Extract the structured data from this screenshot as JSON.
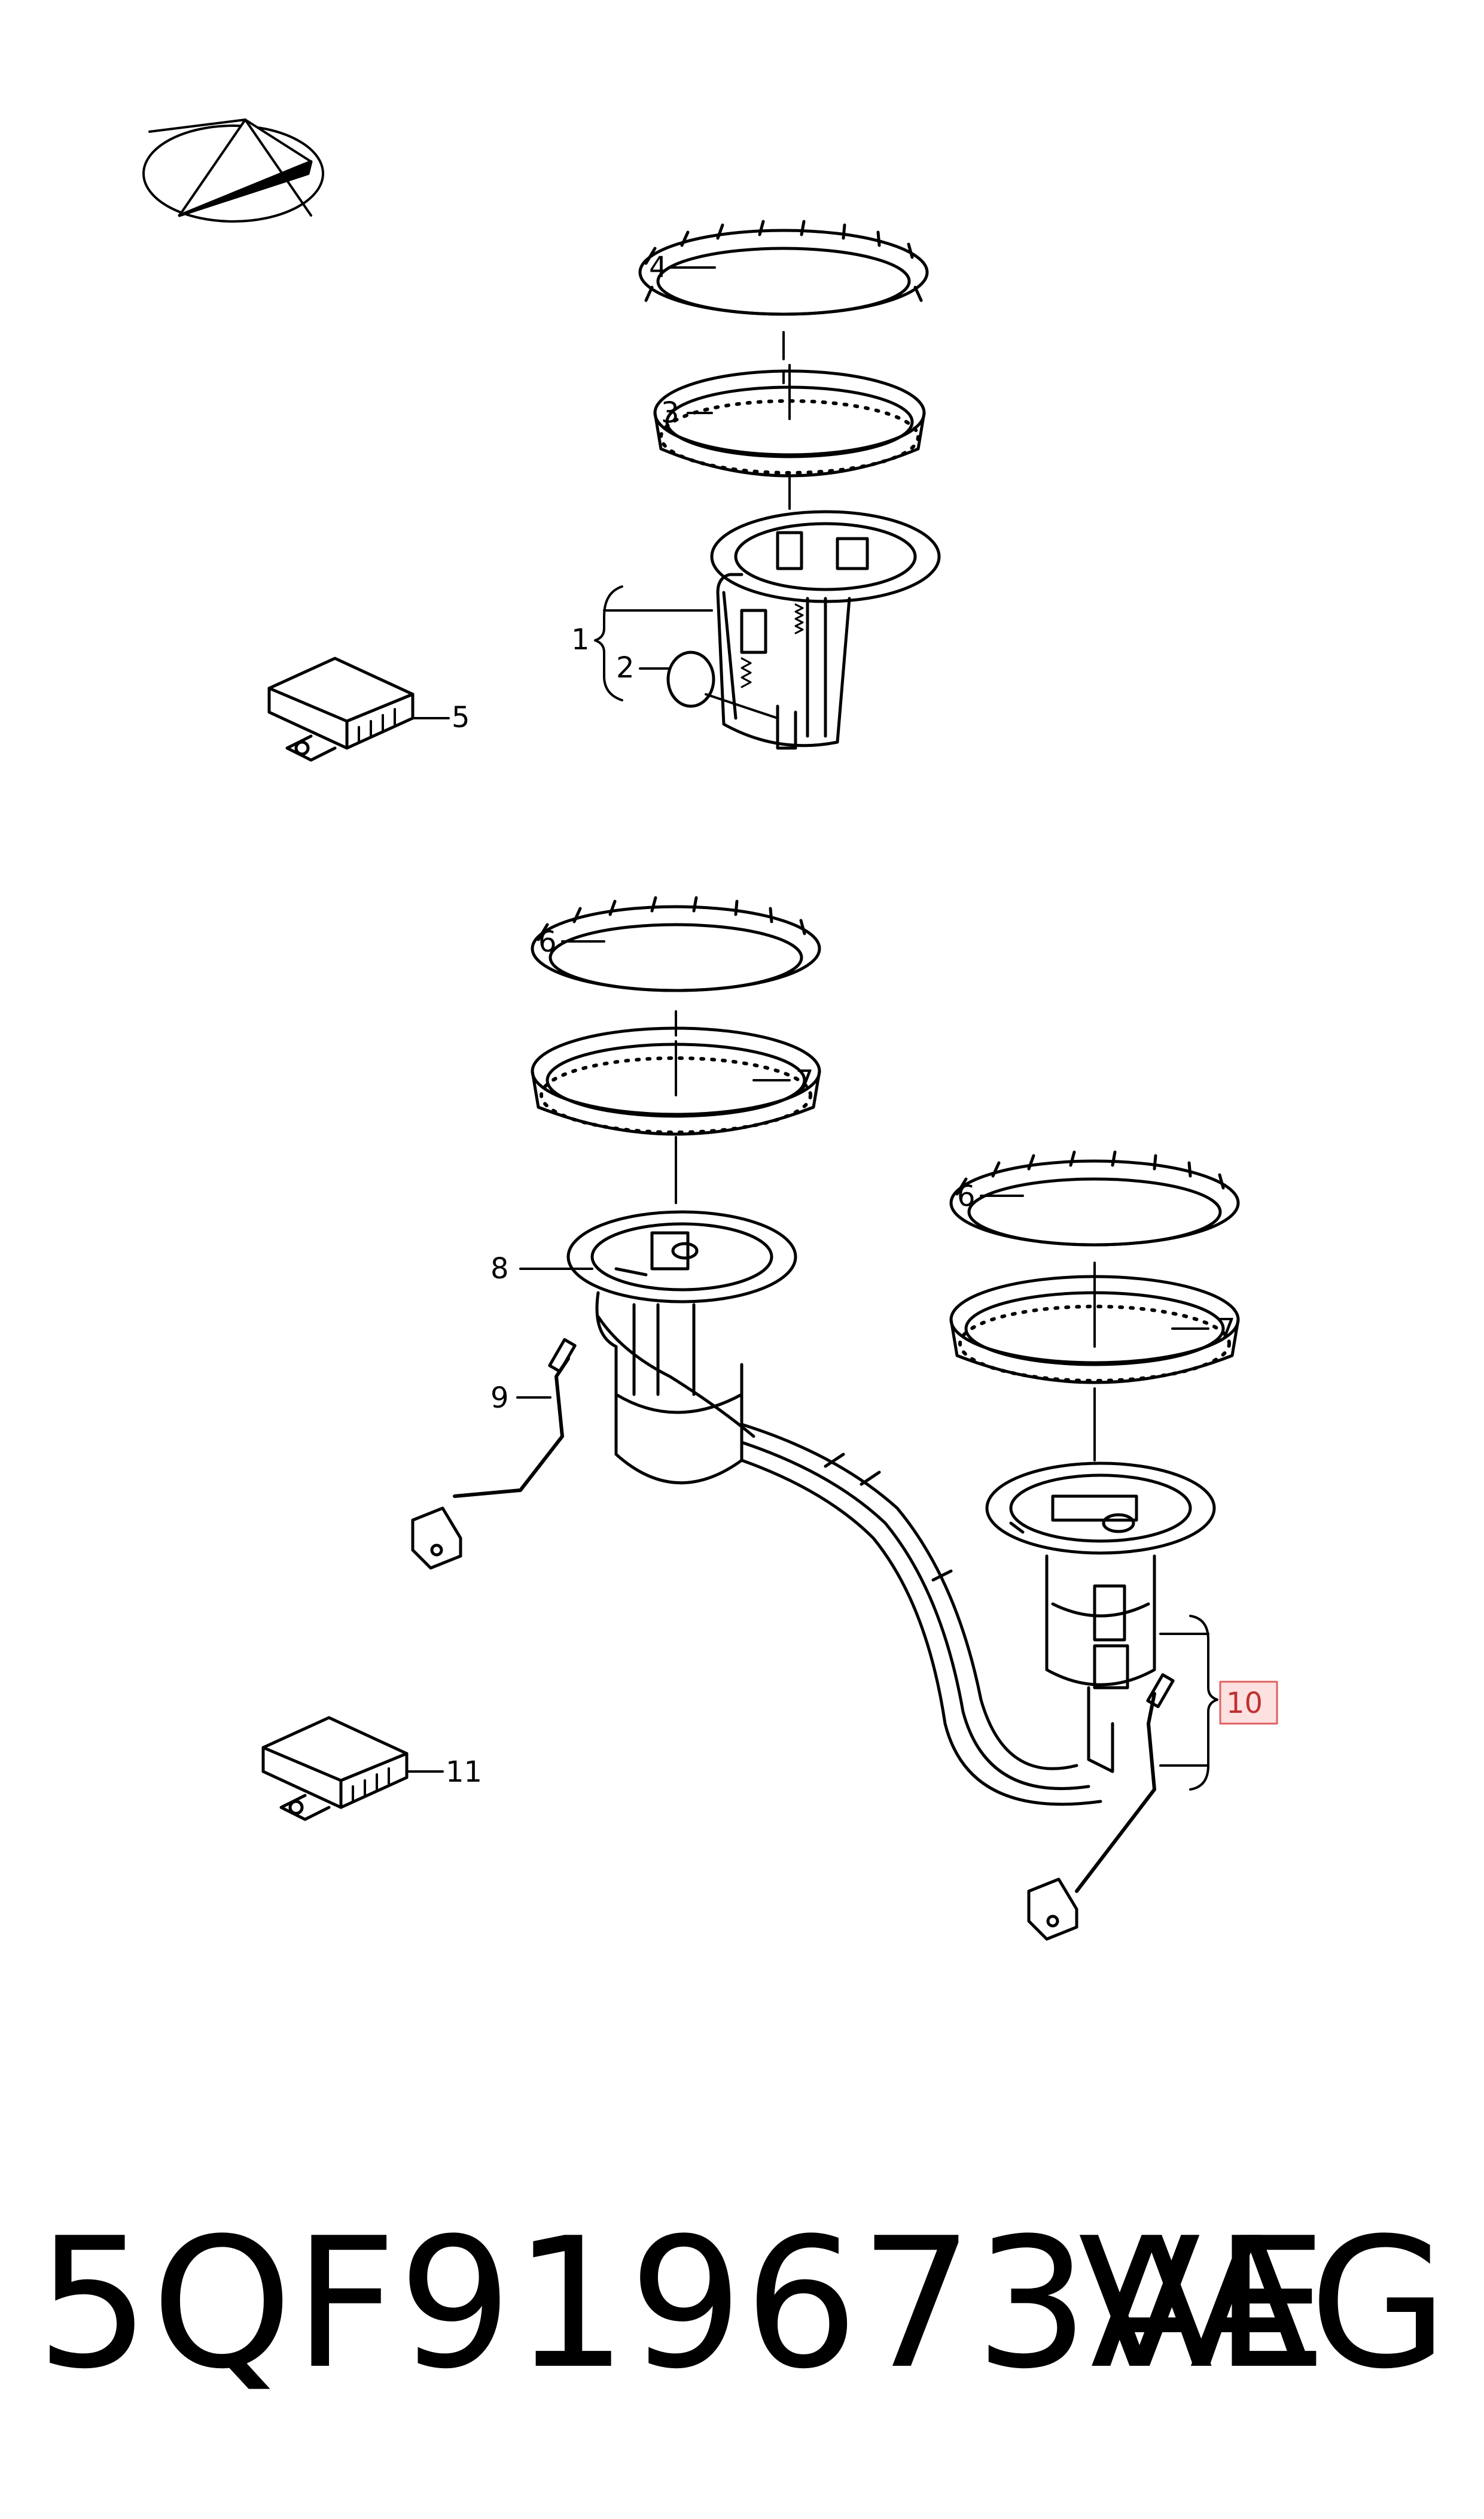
{
  "labels": {
    "c1": "1",
    "c2": "2",
    "c3": "3",
    "c4": "4",
    "c5": "5",
    "c6a": "6",
    "c6b": "6",
    "c7a": "7",
    "c7b": "7",
    "c8": "8",
    "c9": "9",
    "c10": "10",
    "c11": "11"
  },
  "footer": {
    "part_number": "5QF919673AE",
    "brand": "VAG"
  },
  "colors": {
    "line": "#000000",
    "highlight_fill": "#fde0e0",
    "highlight_stroke": "#e06060"
  }
}
